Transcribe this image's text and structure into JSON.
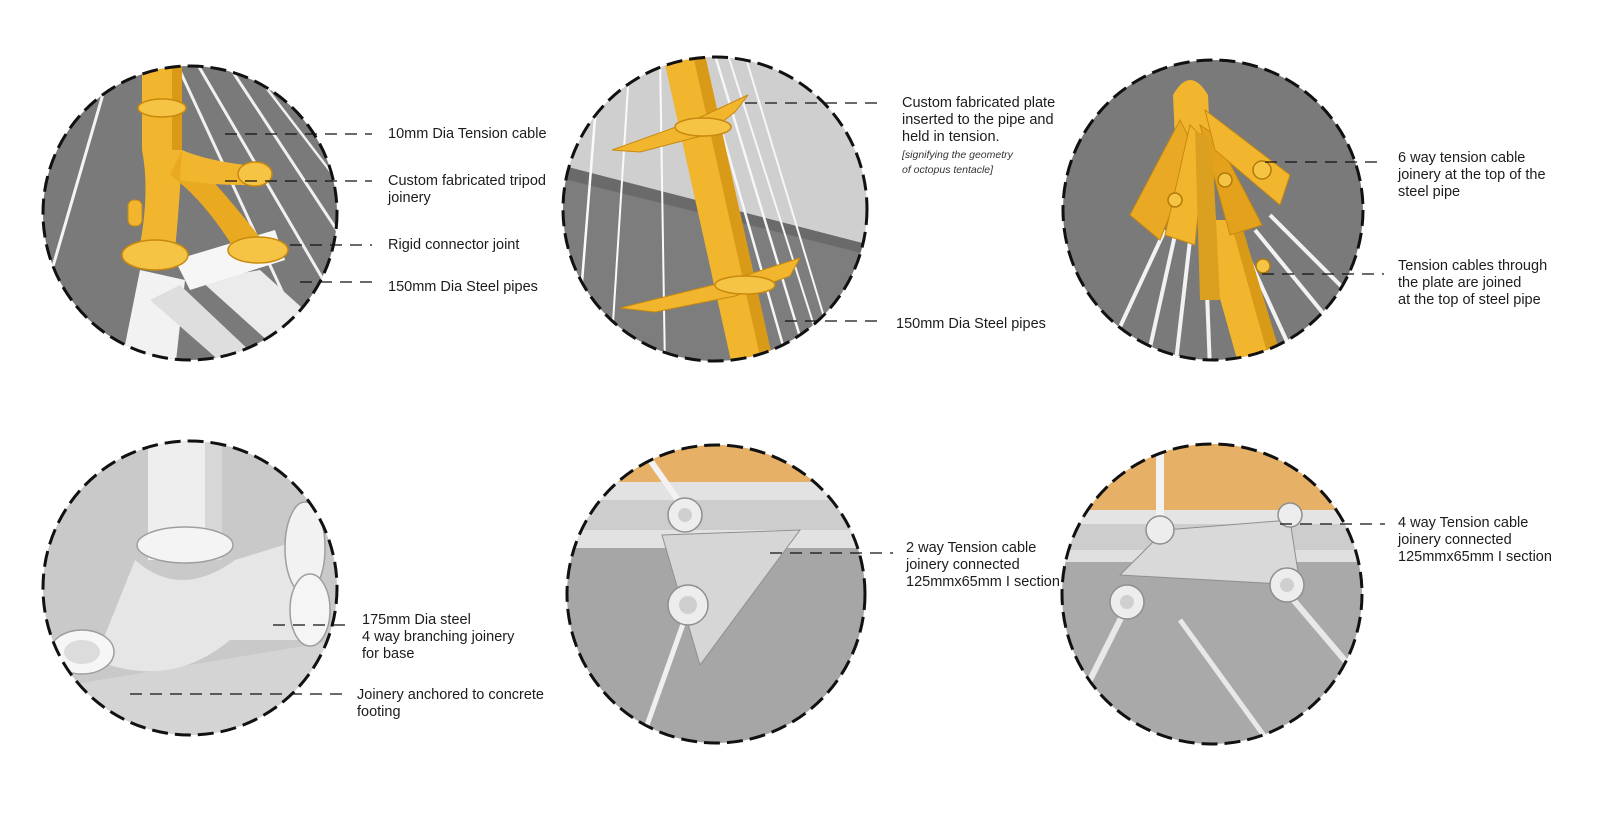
{
  "labels": {
    "tension_cable_10mm": "10mm Dia Tension cable",
    "tripod_joinery": [
      "Custom fabricated tripod",
      "joinery"
    ],
    "rigid_connector": "Rigid connector joint",
    "steel_pipes_1": "150mm Dia Steel pipes",
    "custom_plate": [
      "Custom fabricated plate",
      "inserted to the pipe and",
      "held in tension."
    ],
    "custom_plate_note": [
      "[signifying the geometry",
      "of octopus tentacle]"
    ],
    "steel_pipes_2": "150mm Dia Steel pipes",
    "six_way_joinery": [
      "6 way tension cable",
      "joinery at the top of the",
      "steel pipe"
    ],
    "tension_cables_through": [
      "Tension cables through",
      "the plate are joined",
      "at the top of steel pipe"
    ],
    "base_joinery": [
      "175mm Dia steel",
      "4 way branching joinery",
      "for base"
    ],
    "concrete_anchor": [
      "Joinery anchored to concrete",
      "footing"
    ],
    "two_way_joinery": [
      "2 way Tension cable",
      "joinery connected",
      "125mmx65mm I section"
    ],
    "four_way_joinery": [
      "4 way Tension cable",
      "joinery connected",
      "125mmx65mm I section"
    ]
  },
  "colors": {
    "yellow_pipe": "#f2b62e",
    "yellow_shade": "#d99a17",
    "dark_bg": "#7a7a7a",
    "light_bg": "#c9c9c9",
    "white_part": "#f3f3f3",
    "timber": "#e6b067"
  }
}
